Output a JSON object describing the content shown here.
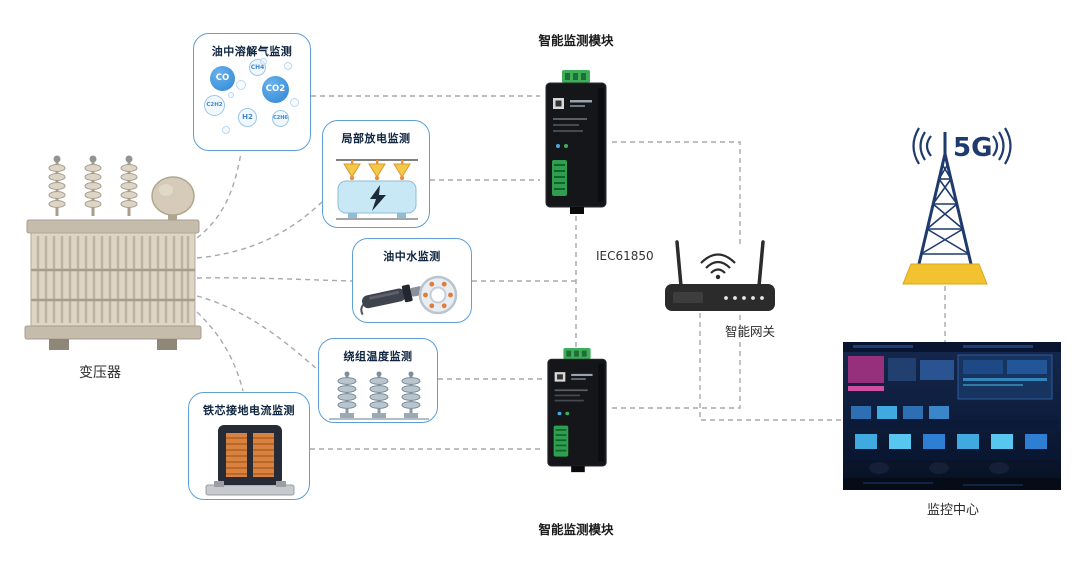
{
  "diagram": {
    "transformer_label": "变压器",
    "monitors": [
      {
        "label": "油中溶解气监测",
        "gases": [
          "CO",
          "CH4",
          "CO2",
          "C2H2",
          "H2",
          "C2H6"
        ]
      },
      {
        "label": "局部放电监测"
      },
      {
        "label": "油中水监测"
      },
      {
        "label": "绕组温度监测"
      },
      {
        "label": "铁芯接地电流监测"
      }
    ],
    "module_top_label": "智能监测模块",
    "module_bottom_label": "智能监测模块",
    "protocol_label": "IEC61850",
    "gateway_label": "智能网关",
    "tower_label": "5G",
    "center_label": "监控中心",
    "colors": {
      "box_border": "#5e9fd4",
      "bubble_blue": "#2e86d4",
      "dashed_line_gray": "#a6a9ad",
      "tower_navy": "#1e3a6e",
      "tower_base_yellow": "#f2c230",
      "winding_orange": "#d9813f",
      "tank_light_blue": "#c8e8f5",
      "funnel_yellow": "#f6c84a",
      "terminal_green": "#3fae5a"
    }
  }
}
